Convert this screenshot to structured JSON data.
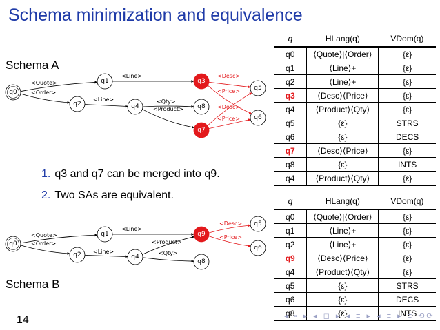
{
  "title": "Schema minimization and equivalence",
  "schema_a_label": "Schema A",
  "schema_b_label": "Schema B",
  "notes": [
    {
      "num": "1.",
      "text": "q3 and q7 can be merged into q9."
    },
    {
      "num": "2.",
      "text": "Two SAs are equivalent."
    }
  ],
  "page_number": "14",
  "nav_symbols": "◂ ▫ ▸ ◂ ◻ ▸ ◂ ≡ ▸ ◂ ≡ ▸ ≡ ⟲⟳",
  "colors": {
    "title_blue": "#1f3ba8",
    "highlight_red": "#e3191c"
  },
  "table_a": {
    "headers": [
      "q",
      "HLang(q)",
      "VDom(q)"
    ],
    "rows": [
      {
        "q": "q0",
        "h": "⟨Quote⟩|⟨Order⟩",
        "v": "{ε}",
        "highlight": false
      },
      {
        "q": "q1",
        "h": "⟨Line⟩+",
        "v": "{ε}",
        "highlight": false
      },
      {
        "q": "q2",
        "h": "⟨Line⟩+",
        "v": "{ε}",
        "highlight": false
      },
      {
        "q": "q3",
        "h": "⟨Desc⟩⟨Price⟩",
        "v": "{ε}",
        "highlight": true
      },
      {
        "q": "q4",
        "h": "⟨Product⟩⟨Qty⟩",
        "v": "{ε}",
        "highlight": false
      },
      {
        "q": "q5",
        "h": "{ε}",
        "v": "STRS",
        "highlight": false
      },
      {
        "q": "q6",
        "h": "{ε}",
        "v": "DECS",
        "highlight": false
      },
      {
        "q": "q7",
        "h": "⟨Desc⟩⟨Price⟩",
        "v": "{ε}",
        "highlight": true
      },
      {
        "q": "q8",
        "h": "{ε}",
        "v": "INTS",
        "highlight": false
      },
      {
        "q": "q4",
        "h": "⟨Product⟩⟨Qty⟩",
        "v": "{ε}",
        "highlight": false
      }
    ]
  },
  "table_b": {
    "headers": [
      "q",
      "HLang(q)",
      "VDom(q)"
    ],
    "rows": [
      {
        "q": "q0",
        "h": "⟨Quote⟩|⟨Order⟩",
        "v": "{ε}",
        "highlight": false
      },
      {
        "q": "q1",
        "h": "⟨Line⟩+",
        "v": "{ε}",
        "highlight": false
      },
      {
        "q": "q2",
        "h": "⟨Line⟩+",
        "v": "{ε}",
        "highlight": false
      },
      {
        "q": "q9",
        "h": "⟨Desc⟩⟨Price⟩",
        "v": "{ε}",
        "highlight": true
      },
      {
        "q": "q4",
        "h": "⟨Product⟩⟨Qty⟩",
        "v": "{ε}",
        "highlight": false
      },
      {
        "q": "q5",
        "h": "{ε}",
        "v": "STRS",
        "highlight": false
      },
      {
        "q": "q6",
        "h": "{ε}",
        "v": "DECS",
        "highlight": false
      },
      {
        "q": "q8",
        "h": "{ε}",
        "v": "INTS",
        "highlight": false
      }
    ]
  },
  "graph_a": {
    "nodes": [
      {
        "id": "q0",
        "label": "q0",
        "red": false,
        "initial": true
      },
      {
        "id": "q1",
        "label": "q1",
        "red": false
      },
      {
        "id": "q2",
        "label": "q2",
        "red": false
      },
      {
        "id": "q3",
        "label": "q3",
        "red": true
      },
      {
        "id": "q4",
        "label": "q4",
        "red": false
      },
      {
        "id": "q5",
        "label": "q5",
        "red": false
      },
      {
        "id": "q6",
        "label": "q6",
        "red": false
      },
      {
        "id": "q7",
        "label": "q7",
        "red": true
      },
      {
        "id": "q8",
        "label": "q8",
        "red": false
      }
    ],
    "edges": [
      {
        "from": "q0",
        "to": "q1",
        "label": "<Quote>",
        "red": false
      },
      {
        "from": "q0",
        "to": "q2",
        "label": "<Order>",
        "red": false
      },
      {
        "from": "q1",
        "to": "q3",
        "label": "<Line>",
        "red": false
      },
      {
        "from": "q2",
        "to": "q4",
        "label": "<Line>",
        "red": false
      },
      {
        "from": "q4",
        "to": "q8",
        "label": "<Qty>",
        "red": false
      },
      {
        "from": "q4",
        "to": "q7",
        "label": "<Product>",
        "red": false
      },
      {
        "from": "q3",
        "to": "q5",
        "label": "<Desc>",
        "red": true
      },
      {
        "from": "q3",
        "to": "q6",
        "label": "<Price>",
        "red": true
      },
      {
        "from": "q7",
        "to": "q5",
        "label": "<Desc>",
        "red": true
      },
      {
        "from": "q7",
        "to": "q6",
        "label": "<Price>",
        "red": true
      }
    ]
  },
  "graph_b": {
    "nodes": [
      {
        "id": "q0",
        "label": "q0",
        "red": false,
        "initial": true
      },
      {
        "id": "q1",
        "label": "q1",
        "red": false
      },
      {
        "id": "q2",
        "label": "q2",
        "red": false
      },
      {
        "id": "q9",
        "label": "q9",
        "red": true
      },
      {
        "id": "q4",
        "label": "q4",
        "red": false
      },
      {
        "id": "q5",
        "label": "q5",
        "red": false
      },
      {
        "id": "q6",
        "label": "q6",
        "red": false
      },
      {
        "id": "q8",
        "label": "q8",
        "red": false
      }
    ],
    "edges": [
      {
        "from": "q0",
        "to": "q1",
        "label": "<Quote>",
        "red": false
      },
      {
        "from": "q0",
        "to": "q2",
        "label": "<Order>",
        "red": false
      },
      {
        "from": "q1",
        "to": "q9",
        "label": "<Line>",
        "red": false
      },
      {
        "from": "q2",
        "to": "q4",
        "label": "<Line>",
        "red": false
      },
      {
        "from": "q4",
        "to": "q9",
        "label": "<Product>",
        "red": false
      },
      {
        "from": "q4",
        "to": "q8",
        "label": "<Qty>",
        "red": false
      },
      {
        "from": "q9",
        "to": "q5",
        "label": "<Desc>",
        "red": true
      },
      {
        "from": "q9",
        "to": "q6",
        "label": "<Price>",
        "red": true
      }
    ]
  }
}
